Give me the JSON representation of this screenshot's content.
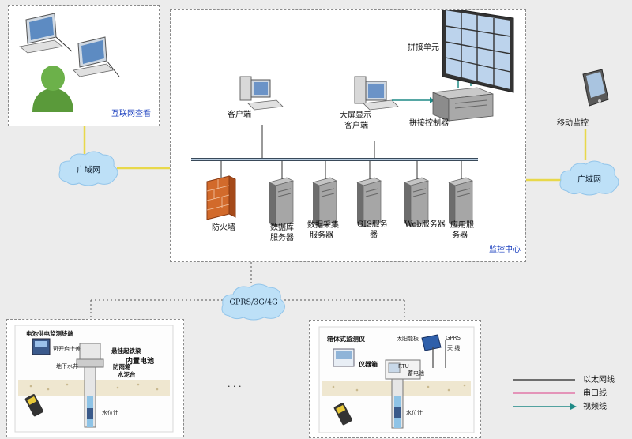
{
  "internet_view": {
    "label": "互联网查看"
  },
  "monitor_center": {
    "label": "监控中心",
    "client": "客户端",
    "bigscreen_client": [
      "大屏显示",
      "客户端"
    ],
    "splice_unit": "拼接单元",
    "splice_controller": "拼接控制器",
    "firewall": "防火墙",
    "db_server": [
      "数据库",
      "服务器"
    ],
    "collect_server": [
      "数据采集",
      "服务器"
    ],
    "gis_server": [
      "GIS服务",
      "器"
    ],
    "web_server": "Web服务器",
    "app_server": [
      "应用服",
      "务器"
    ]
  },
  "mobile": {
    "label": "移动监控"
  },
  "wan_left": "广域网",
  "wan_right": "广域网",
  "gprs": "GPRS/3G/4G",
  "ellipsis": ". . .",
  "station_left": {
    "title": "电池供电监测终端",
    "labels": {
      "cover": "可开启上盖",
      "hook": "悬挂起铁梁",
      "battery": "内置电池",
      "well": "地下水井",
      "rainbox": "防雨箱",
      "platform": "水泥台",
      "gauge": "水位计"
    }
  },
  "station_right": {
    "title": "箱体式监测仪",
    "labels": {
      "solar": "太阳能板",
      "gprs": "GPRS",
      "antenna": "天 线",
      "rtu": "RTU",
      "storage": "蓄电池",
      "cabinet": "仪器箱",
      "gauge": "水位计"
    }
  },
  "legend": [
    {
      "label": "以太网线",
      "color": "#222222"
    },
    {
      "label": "串口线",
      "color": "#e0609a"
    },
    {
      "label": "视频线",
      "color": "#1f8a86"
    }
  ]
}
